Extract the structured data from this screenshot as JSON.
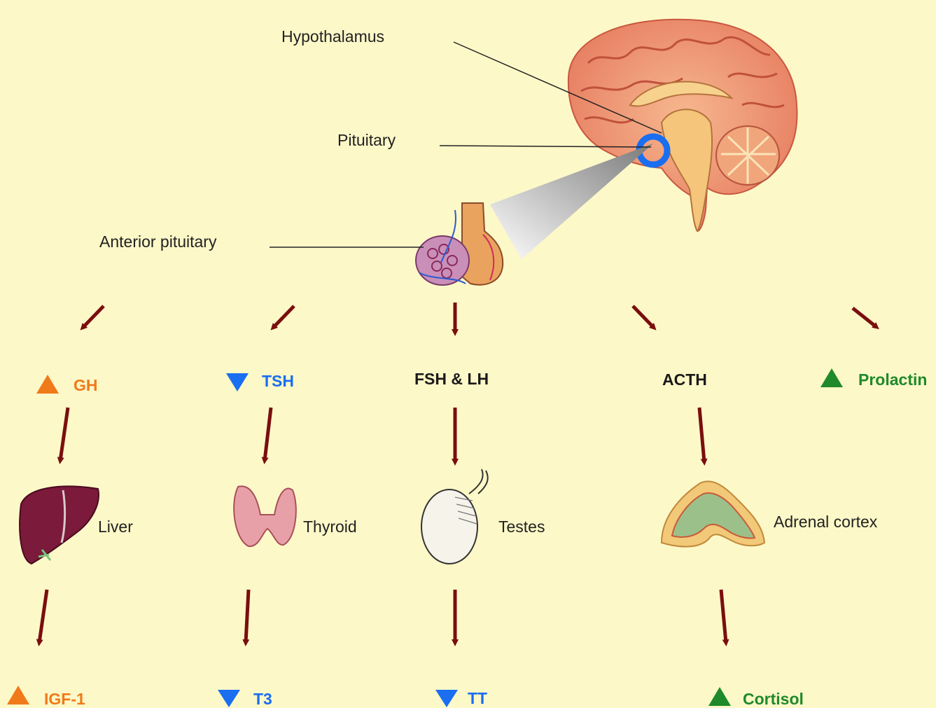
{
  "colors": {
    "background": "#fdf8c8",
    "arrow": "#7a0e0e",
    "increase_orange": "#f07a1a",
    "decrease_blue": "#1a6ef0",
    "increase_green": "#1f8a2a",
    "neutral": "#1a1a1a"
  },
  "labels": {
    "hypothalamus": "Hypothalamus",
    "pituitary": "Pituitary",
    "anterior_pituitary": "Anterior pituitary"
  },
  "icons": {
    "brain": "brain-icon",
    "pituitary_marker": "blue-ring-icon",
    "anterior_pituitary": "pituitary-gland-icon"
  },
  "columns": [
    {
      "hormone": "GH",
      "hormone_trend": "up",
      "color": "#f07a1a",
      "organ": "Liver",
      "organ_icon": "liver-icon",
      "product": "IGF-1",
      "product_trend": "up",
      "product_color": "#f07a1a"
    },
    {
      "hormone": "TSH",
      "hormone_trend": "down",
      "color": "#1a6ef0",
      "organ": "Thyroid",
      "organ_icon": "thyroid-icon",
      "product": "T3",
      "product_trend": "down",
      "product_color": "#1a6ef0"
    },
    {
      "hormone": "FSH & LH",
      "hormone_trend": "none",
      "color": "#1a1a1a",
      "organ": "Testes",
      "organ_icon": "testis-icon",
      "product": "TT",
      "product_trend": "down",
      "product_color": "#1a6ef0"
    },
    {
      "hormone": "ACTH",
      "hormone_trend": "none",
      "color": "#1a1a1a",
      "organ": "Adrenal cortex",
      "organ_icon": "adrenal-cortex-icon",
      "product": "Cortisol",
      "product_trend": "up",
      "product_color": "#1f8a2a"
    },
    {
      "hormone": "Prolactin",
      "hormone_trend": "up",
      "color": "#1f8a2a"
    }
  ]
}
